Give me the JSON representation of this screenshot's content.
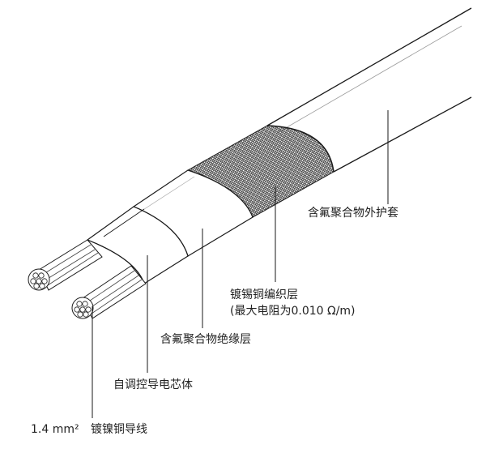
{
  "diagram": {
    "labels": {
      "outer_jacket": "含氟聚合物外护套",
      "braid": "镀锡铜编织层",
      "braid_resistance": "(最大电阻为0.010 Ω/m)",
      "insulation": "含氟聚合物绝缘层",
      "core": "自调控导电芯体",
      "conductor_size": "1.4 mm²",
      "conductor_name": "镀镍铜导线"
    },
    "colors": {
      "stroke": "#1a1a1a",
      "fill": "#ffffff",
      "braid": "#2a2a2a"
    }
  }
}
